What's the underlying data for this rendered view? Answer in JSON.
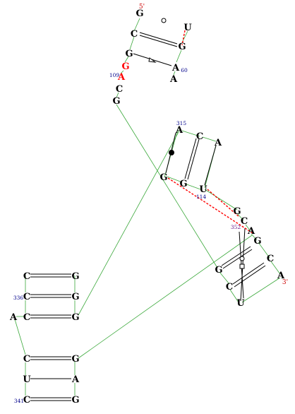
{
  "colors": {
    "base": "#000000",
    "backbone": "#3aa83a",
    "noncanonical": "#ff0000",
    "strand_marker": "#cc0000",
    "number": "#00008b",
    "number_alt": "#6a1a8a"
  },
  "end_labels": {
    "five_prime": "5'",
    "three_prime": "3'"
  },
  "bases": [
    {
      "id": "b1",
      "label": "G"
    },
    {
      "id": "b2",
      "label": "C"
    },
    {
      "id": "b3",
      "label": "G"
    },
    {
      "id": "b4",
      "label": "G"
    },
    {
      "id": "b5",
      "label": "A"
    },
    {
      "id": "b6",
      "label": "C"
    },
    {
      "id": "b7",
      "label": "G"
    },
    {
      "id": "b8",
      "label": "U"
    },
    {
      "id": "b9",
      "label": "G"
    },
    {
      "id": "b10",
      "label": "A"
    },
    {
      "id": "b11",
      "label": "A"
    },
    {
      "id": "b12",
      "label": "A"
    },
    {
      "id": "b13",
      "label": "C"
    },
    {
      "id": "b14",
      "label": "A"
    },
    {
      "id": "b15",
      "label": "G"
    },
    {
      "id": "b16",
      "label": "G"
    },
    {
      "id": "b17",
      "label": "U"
    },
    {
      "id": "b18",
      "label": "G"
    },
    {
      "id": "b19",
      "label": "C"
    },
    {
      "id": "b20",
      "label": "A"
    },
    {
      "id": "b21",
      "label": "G"
    },
    {
      "id": "b22",
      "label": "C"
    },
    {
      "id": "b23",
      "label": "G"
    },
    {
      "id": "b24",
      "label": "C"
    },
    {
      "id": "b25",
      "label": "A"
    },
    {
      "id": "b26",
      "label": "U"
    },
    {
      "id": "b27",
      "label": "C"
    },
    {
      "id": "b28",
      "label": "C"
    },
    {
      "id": "b29",
      "label": "C"
    },
    {
      "id": "b30",
      "label": "A"
    },
    {
      "id": "b31",
      "label": "C"
    },
    {
      "id": "b32",
      "label": "U"
    },
    {
      "id": "b33",
      "label": "C"
    },
    {
      "id": "b34",
      "label": "G"
    },
    {
      "id": "b35",
      "label": "G"
    },
    {
      "id": "b36",
      "label": "G"
    },
    {
      "id": "b37",
      "label": "G"
    },
    {
      "id": "b38",
      "label": "A"
    },
    {
      "id": "b39",
      "label": "G"
    }
  ],
  "numbers": [
    {
      "text": "109",
      "color": "number"
    },
    {
      "text": "60",
      "color": "number"
    },
    {
      "text": "315",
      "color": "number"
    },
    {
      "text": "114",
      "color": "number"
    },
    {
      "text": "352",
      "color": "number_alt"
    },
    {
      "text": "336",
      "color": "number"
    },
    {
      "text": "341",
      "color": "number"
    }
  ]
}
